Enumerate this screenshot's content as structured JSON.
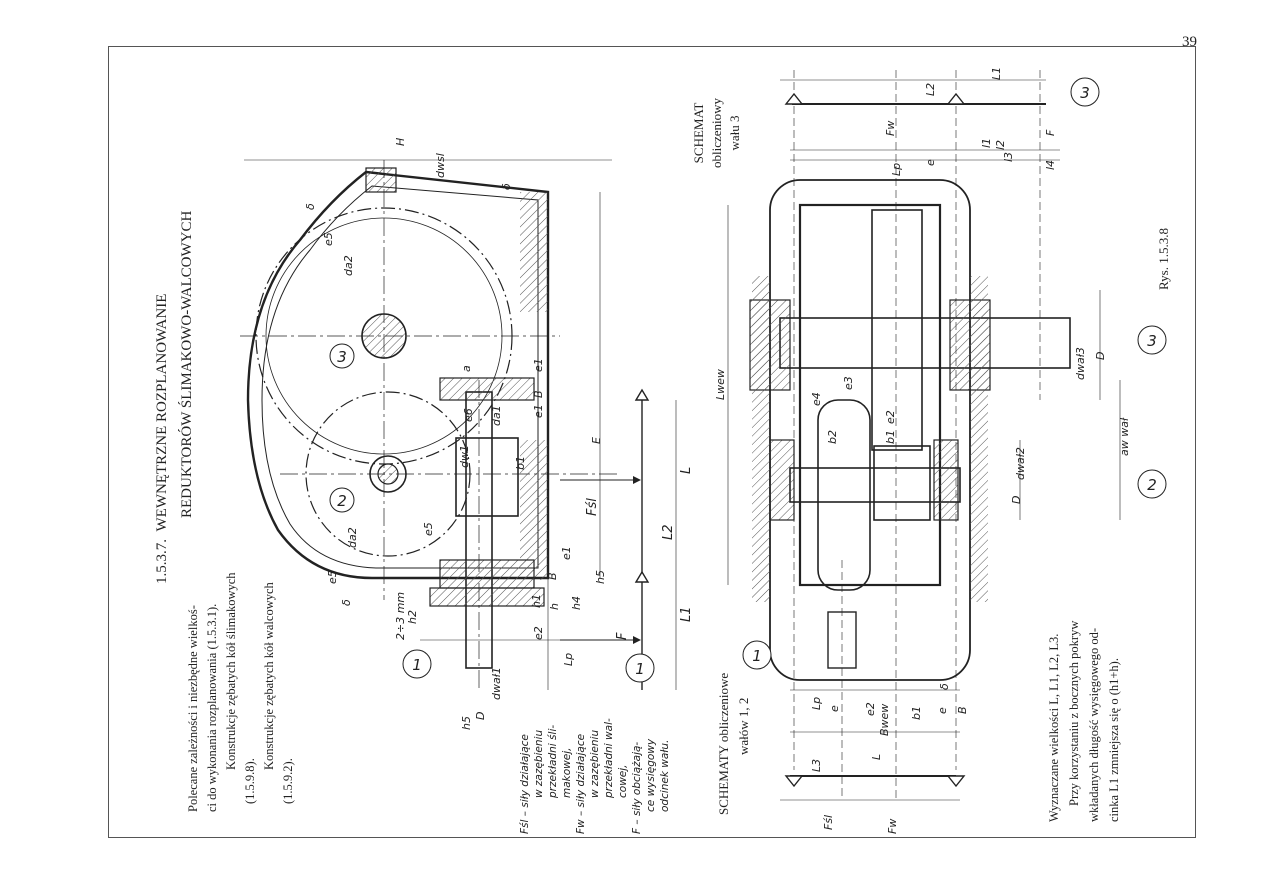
{
  "page_number": "39",
  "heading": {
    "number": "1.5.3.7.",
    "line1": "WEWNĘTRZNE  ROZPLANOWANIE",
    "line2": "REDUKTORÓW ŚLIMAKOWO-WALCOWYCH"
  },
  "left_notes": [
    "Polecane zależności i niezbędne wielkoś-",
    "ci do wykonania rozplanowania  (1.5.3.1).",
    "Konstrukcje zębatych kół ślimakowych",
    "(1.5.9.8).",
    "Konstrukcje zębatych kół walcowych",
    "(1.5.9.2)."
  ],
  "force_legend": [
    "Fśl – siły działające",
    "w zazębieniu",
    "przekładni śli-",
    "makowej,",
    "Fw – siły działające",
    "w zazębieniu",
    "przekładni wal-",
    "cowej,",
    "F – siły obciążają-",
    "ce wysięgowy",
    "odcinek wału."
  ],
  "schemat_12": [
    "SCHEMATY obliczeniowe",
    "wałów 1, 2"
  ],
  "schemat_3": [
    "SCHEMAT",
    "obliczeniowy",
    "wału 3"
  ],
  "bottom_notes": [
    "Wyznaczane wielkości L, L1, L2, L3.",
    "Przy korzystaniu z bocznych pokryw",
    "wkładanych długość wysięgowego od-",
    "cinka L1 zmniejsza się o (h1+h)."
  ],
  "figure_caption": "Rys. 1.5.3.8",
  "shaft_numbers": [
    "1",
    "2",
    "3"
  ],
  "dims_top": [
    "H",
    "δ",
    "dwsl",
    "δ",
    "e5",
    "da2",
    "3",
    "a",
    "e1",
    "B",
    "e1",
    "E",
    "dw1",
    "da1",
    "e6",
    "b1",
    "2",
    "da2",
    "e5",
    "e5",
    "δ",
    "2÷3 mm",
    "h2",
    "h1",
    "h",
    "h4",
    "h5",
    "e1",
    "B",
    "e2",
    "Lp",
    "dwał1",
    "D",
    "h5"
  ],
  "dims_beam_top": [
    "Fśl",
    "L",
    "L2",
    "L1",
    "F"
  ],
  "dims_bottom": [
    "Lwew",
    "dwał3",
    "D",
    "dwał2",
    "D",
    "aw wał",
    "e3",
    "e4",
    "b2",
    "e2",
    "b1",
    "Bwew",
    "L1",
    "L2",
    "L3",
    "L",
    "Fśl",
    "Fw",
    "F",
    "Fw",
    "l1",
    "l2",
    "l3",
    "l4",
    "Lp",
    "e",
    "b1",
    "e",
    "B",
    "δ",
    "e",
    "Lp",
    "e2"
  ],
  "colors": {
    "ink": "#222222",
    "hatch": "#555555",
    "frame": "#555555"
  }
}
